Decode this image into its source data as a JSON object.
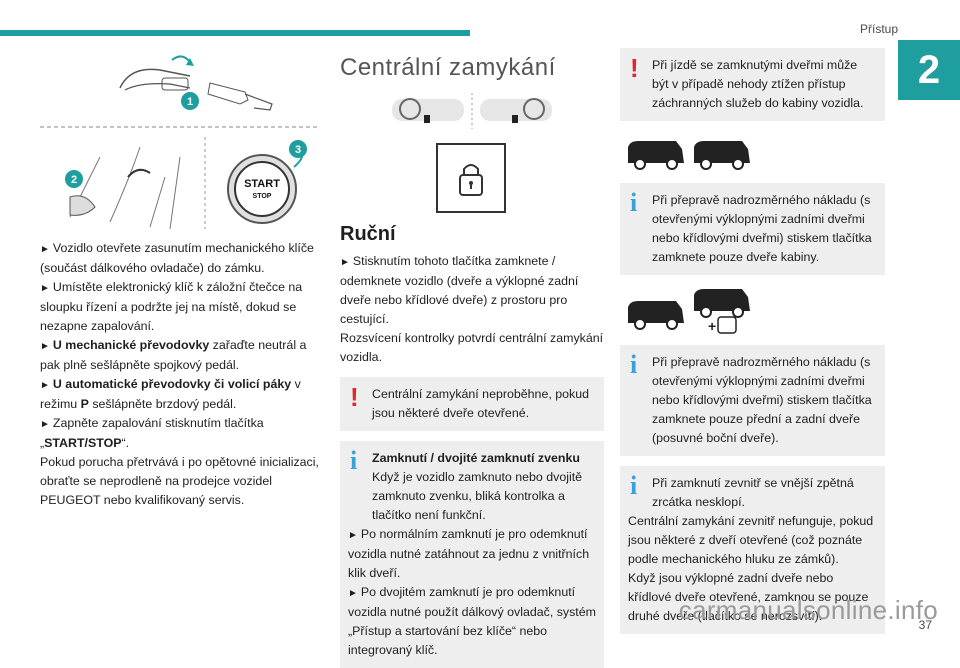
{
  "header": {
    "section": "Přístup",
    "chapter": "2"
  },
  "page": {
    "number": "37"
  },
  "watermark": "carmanualsonline.info",
  "colors": {
    "accent": "#1f9ea0",
    "warning": "#e3262b",
    "info": "#3aa0d8",
    "note_bg": "#eeeeee"
  },
  "col1": {
    "figure_top": {
      "badge": "1"
    },
    "figure_bottom": {
      "badges": [
        "2",
        "3"
      ],
      "button_line1": "START",
      "button_line2": "STOP"
    },
    "steps": [
      {
        "bold": "",
        "text": "Vozidlo otevřete zasunutím mechanického klíče (součást dálkového ovladače) do zámku."
      },
      {
        "bold": "",
        "text": "Umístěte elektronický klíč k záložní čtečce na sloupku řízení a podržte jej na místě, dokud se nezapne zapalování."
      },
      {
        "bold": "U mechanické převodovky",
        "text": " zařaďte neutrál a pak plně sešlápněte spojkový pedál."
      },
      {
        "bold": "U automatické převodovky či volicí páky",
        "text": " v režimu "
      },
      {
        "bold": "",
        "text": "Zapněte zapalování stisknutím tlačítka"
      }
    ],
    "step4_gear": "P",
    "step4_tail": " sešlápněte brzdový pedál.",
    "step5_quote_open": "„",
    "step5_button": "START/STOP",
    "step5_quote_close": "“.",
    "footer_text": "Pokud porucha přetrvává i po opětovné inicializaci, obraťte se neprodleně na prodejce vozidel PEUGEOT nebo kvalifikovaný servis."
  },
  "col2": {
    "title": "Centrální zamykání",
    "subtitle": "Ruční",
    "body1": "Stisknutím tohoto tlačítka zamknete / odemknete vozidlo (dveře a výklopné zadní dveře nebo křídlové dveře) z prostoru pro cestující.",
    "body2": "Rozsvícení kontrolky potvrdí centrální zamykání vozidla.",
    "warn1": "Centrální zamykání neproběhne, pokud jsou některé dveře otevřené.",
    "info1_title": "Zamknutí / dvojité zamknutí zvenku",
    "info1_line1": "Když je vozidlo zamknuto nebo dvojitě zamknuto zvenku, bliká kontrolka a tlačítko není funkční.",
    "info1_b1": "Po normálním zamknutí je pro odemknutí vozidla nutné zatáhnout za jednu z vnitřních klik dveří.",
    "info1_b2": "Po dvojitém zamknutí je pro odemknutí vozidla nutné použít dálkový ovladač, systém „Přístup a startování bez klíče“ nebo integrovaný klíč."
  },
  "col3": {
    "warn1": "Při jízdě se zamknutými dveřmi může být v případě nehody ztížen přístup záchranných služeb do kabiny vozidla.",
    "info1": "Při přepravě nadrozměrného nákladu (s otevřenými výklopnými zadními dveřmi nebo křídlovými dveřmi) stiskem tlačítka zamknete pouze dveře kabiny.",
    "info2": "Při přepravě nadrozměrného nákladu (s otevřenými výklopnými zadními dveřmi nebo křídlovými dveřmi) stiskem tlačítka zamknete pouze přední a zadní dveře (posuvné boční dveře).",
    "info3_line1": "Při zamknutí zevnitř se vnější zpětná zrcátka nesklopí.",
    "info3_line2": "Centrální zamykání zevnitř nefunguje, pokud jsou některé z dveří otevřené (což poznáte podle mechanického hluku ze zámků).",
    "info3_line3": "Když jsou výklopné zadní dveře nebo křídlové dveře otevřené, zamknou se pouze druhé dveře (tlačítko se nerozsvítí)."
  }
}
